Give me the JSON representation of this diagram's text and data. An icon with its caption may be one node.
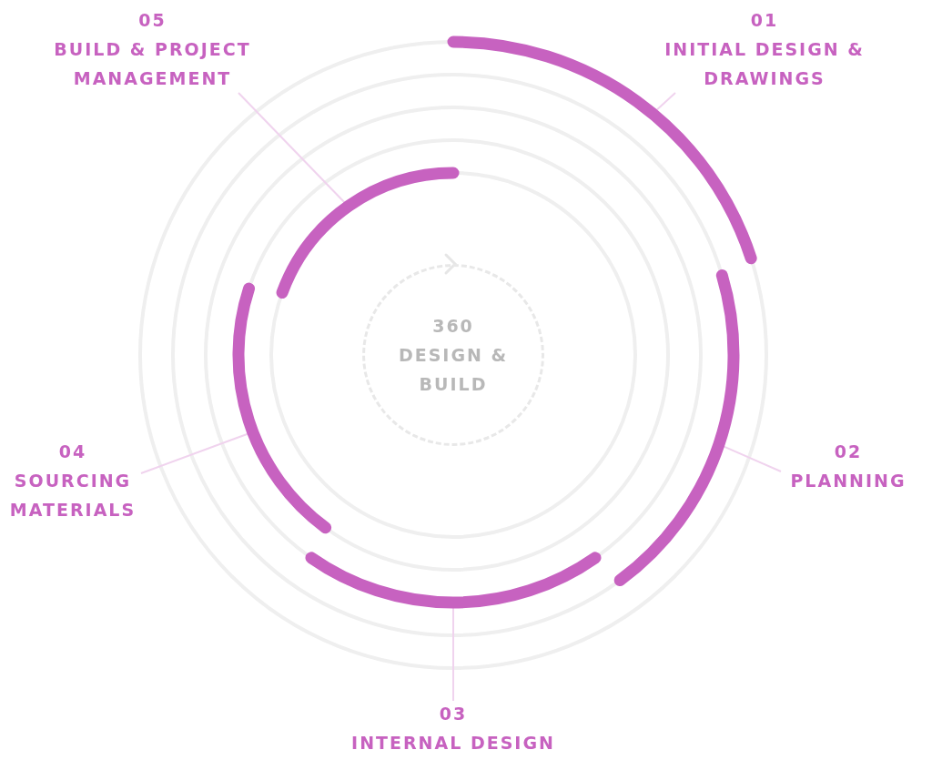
{
  "diagram": {
    "nodes": [
      {
        "text": [
          "05",
          "BUILD & PROJECT MANAGEMENT"
        ]
      },
      {
        "text": [
          "01",
          "INITIAL DESIGN & DRAWINGS"
        ]
      },
      {
        "text": [
          "360 DESIGN & BUILD"
        ]
      },
      {
        "text": [
          "02",
          "PLANNING"
        ]
      },
      {
        "text": [
          "04",
          "SOURCING MATERIALS"
        ]
      },
      {
        "text": [
          "03",
          "INTERNAL DESIGN"
        ]
      },
      {
        "text": [],
        "shape": "arc"
      },
      {
        "text": [],
        "shape": "arc"
      },
      {
        "text": [],
        "shape": "arc"
      },
      {
        "text": [],
        "shape": "arc"
      },
      {
        "text": [],
        "shape": "arc"
      }
    ],
    "edges": [
      {
        "from": 1,
        "to": 6,
        "arrow": "none"
      },
      {
        "from": 0,
        "to": 7,
        "arrow": "none"
      },
      {
        "from": 3,
        "to": 8,
        "arrow": "none"
      },
      {
        "from": 4,
        "to": 9,
        "arrow": "none"
      },
      {
        "from": 5,
        "to": 10,
        "arrow": "none"
      }
    ]
  }
}
